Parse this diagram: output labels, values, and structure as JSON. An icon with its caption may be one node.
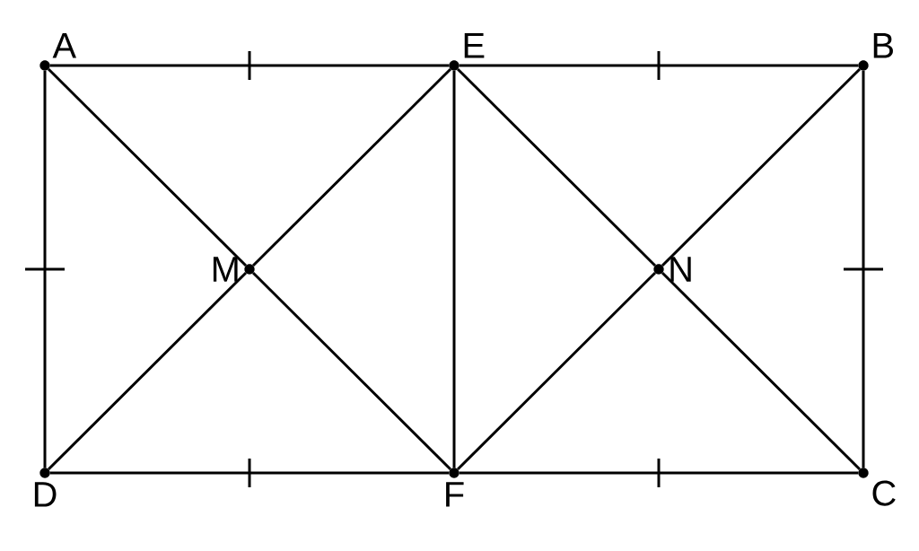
{
  "diagram": {
    "nodes": [
      {
        "text": [
          "A"
        ]
      },
      {
        "text": [
          "E"
        ]
      },
      {
        "text": [
          "B"
        ]
      },
      {
        "text": [
          "M"
        ]
      },
      {
        "text": [
          "N"
        ]
      },
      {
        "text": [
          "D"
        ]
      },
      {
        "text": [
          "F"
        ]
      },
      {
        "text": [
          "C"
        ]
      }
    ],
    "edges": [
      {
        "from": 0,
        "to": 1,
        "arrow": "none"
      },
      {
        "from": 1,
        "to": 2,
        "arrow": "none"
      },
      {
        "from": 2,
        "to": 7,
        "arrow": "none"
      },
      {
        "from": 7,
        "to": 6,
        "arrow": "none"
      },
      {
        "from": 6,
        "to": 5,
        "arrow": "none"
      },
      {
        "from": 5,
        "to": 0,
        "arrow": "none"
      },
      {
        "from": 1,
        "to": 6,
        "arrow": "none"
      },
      {
        "from": 0,
        "to": 3,
        "arrow": "none"
      },
      {
        "from": 3,
        "to": 6,
        "arrow": "none"
      },
      {
        "from": 5,
        "to": 3,
        "arrow": "none"
      },
      {
        "from": 3,
        "to": 1,
        "arrow": "none"
      },
      {
        "from": 1,
        "to": 4,
        "arrow": "none"
      },
      {
        "from": 4,
        "to": 7,
        "arrow": "none"
      },
      {
        "from": 6,
        "to": 4,
        "arrow": "none"
      },
      {
        "from": 4,
        "to": 2,
        "arrow": "none"
      }
    ]
  }
}
